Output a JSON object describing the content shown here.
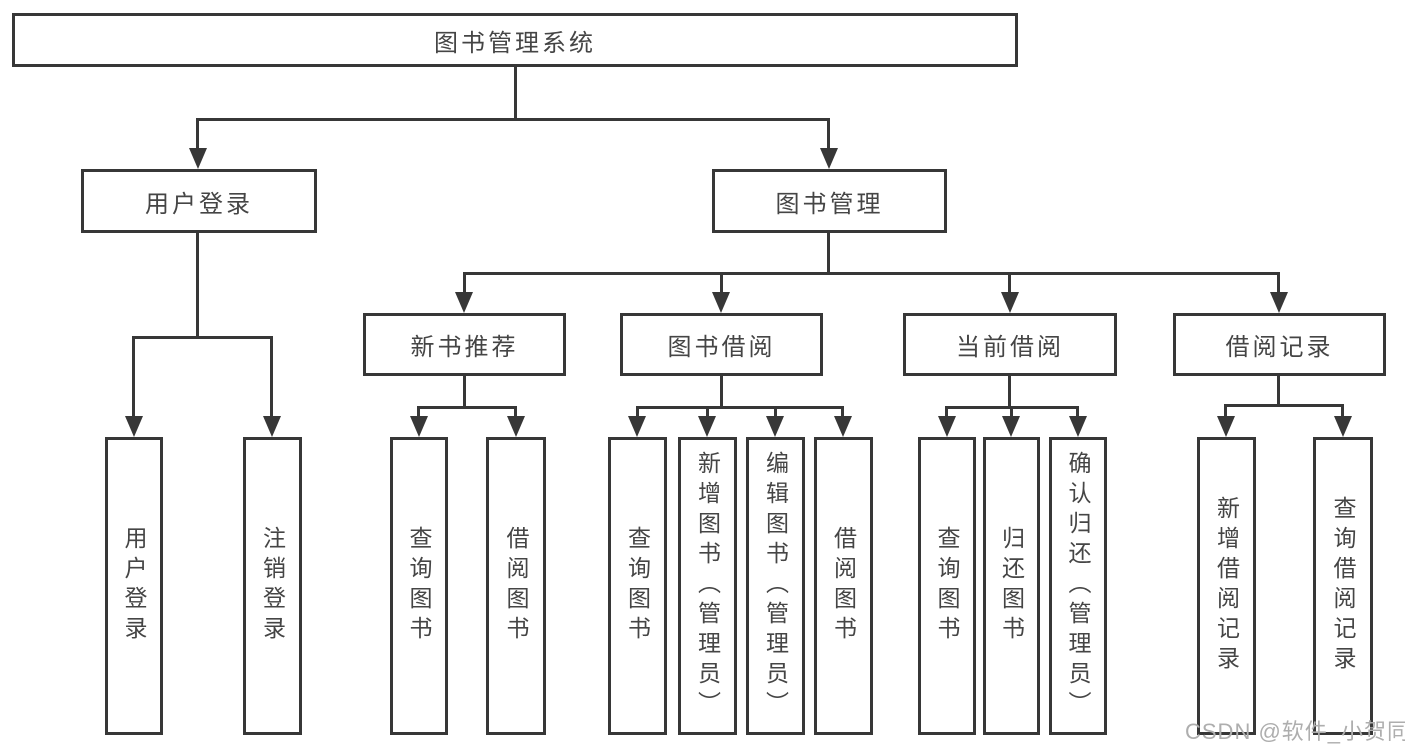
{
  "tree": {
    "label": "图书管理系统",
    "children": [
      {
        "label": "用户登录",
        "children": [
          {
            "label": "用户登录"
          },
          {
            "label": "注销登录"
          }
        ]
      },
      {
        "label": "图书管理",
        "children": [
          {
            "label": "新书推荐",
            "children": [
              {
                "label": "查询图书"
              },
              {
                "label": "借阅图书"
              }
            ]
          },
          {
            "label": "图书借阅",
            "children": [
              {
                "label": "查询图书"
              },
              {
                "label": "新增图书（管理员）"
              },
              {
                "label": "编辑图书（管理员）"
              },
              {
                "label": "借阅图书"
              }
            ]
          },
          {
            "label": "当前借阅",
            "children": [
              {
                "label": "查询图书"
              },
              {
                "label": "归还图书"
              },
              {
                "label": "确认归还（管理员）"
              }
            ]
          },
          {
            "label": "借阅记录",
            "children": [
              {
                "label": "新增借阅记录"
              },
              {
                "label": "查询借阅记录"
              }
            ]
          }
        ]
      }
    ]
  },
  "watermark": "CSDN @软件_小贺同学",
  "colors": {
    "line": "#373737",
    "text": "#454545",
    "watermark": "#aeaeae"
  }
}
